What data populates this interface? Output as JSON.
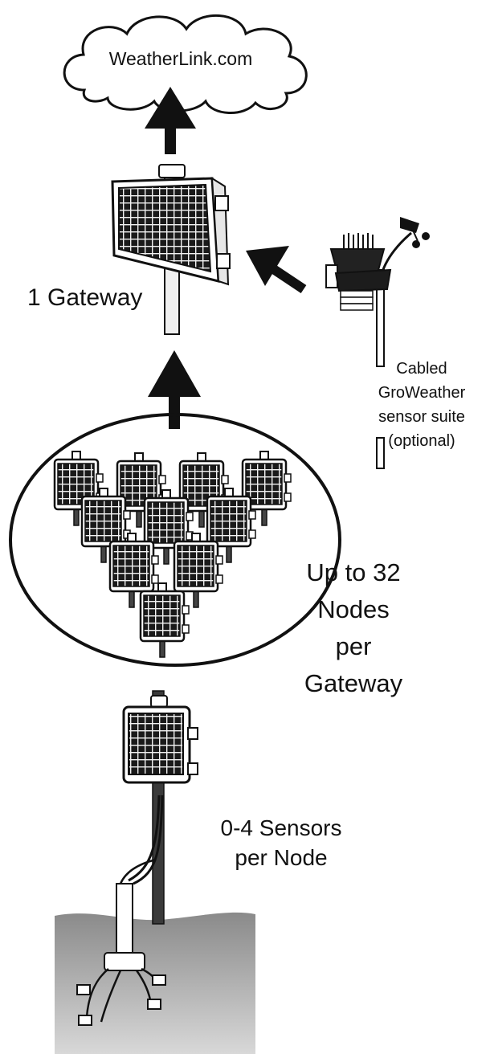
{
  "cloud": {
    "label": "WeatherLink.com",
    "icon": "cloud-icon"
  },
  "gateway": {
    "label": "1 Gateway",
    "icon": "solar-gateway-enclosure-icon"
  },
  "sensor_suite": {
    "lines": [
      "Cabled",
      "GroWeather",
      "sensor suite",
      "(optional)"
    ],
    "icon": "weather-station-icon"
  },
  "nodes": {
    "lines": [
      "Up to 32",
      "Nodes",
      "per",
      "Gateway"
    ],
    "icon": "solar-node-icon"
  },
  "sensors": {
    "lines": [
      "0-4 Sensors",
      "per Node"
    ],
    "icon": "soil-sensor-probe-icon"
  },
  "colors": {
    "ink": "#111111",
    "ground": "#8f8f8f",
    "panel": "#1a1a1a",
    "background": "#ffffff"
  }
}
